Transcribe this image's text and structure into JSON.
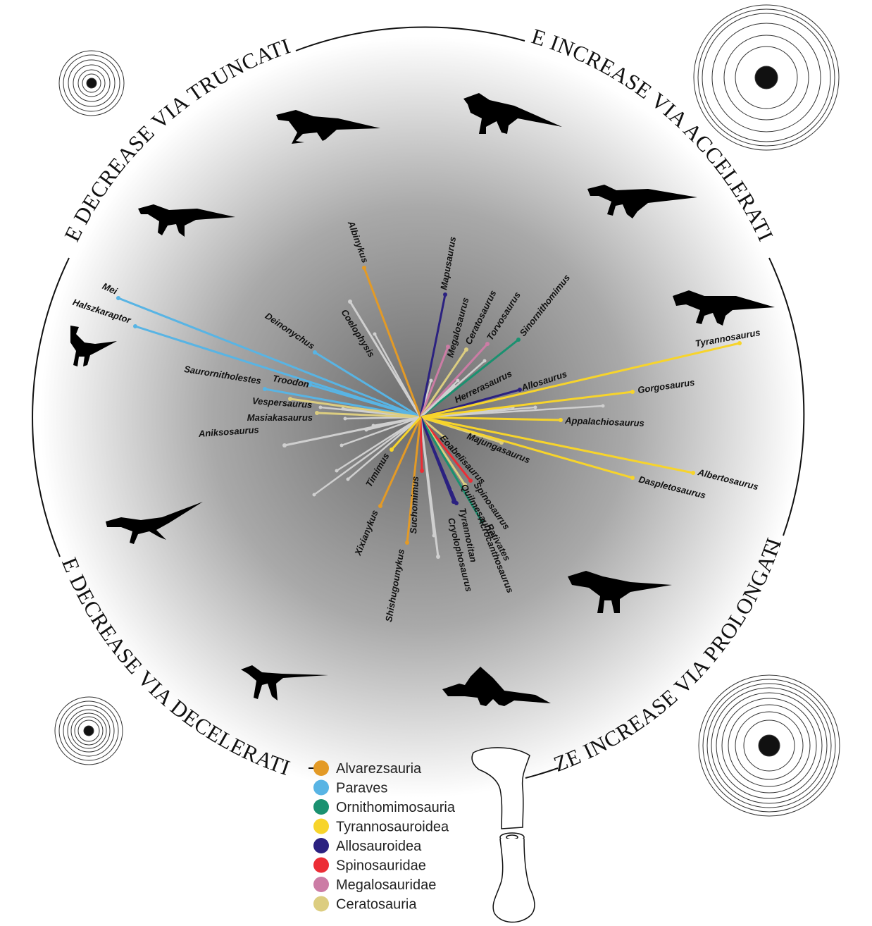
{
  "arc_labels": {
    "top_left": "SIZE DECREASE VIA TRUNCATION",
    "top_right": "SIZE INCREASE VIA ACCELERATION",
    "bottom_left": "SIZE DECREASE VIA DECELERATION",
    "bottom_right": "SIZE INCREASE VIA PROLONGATION"
  },
  "legend": [
    {
      "label": "Alvarezsauria",
      "color": "#e39a26"
    },
    {
      "label": "Paraves",
      "color": "#58b4e4"
    },
    {
      "label": "Ornithomimosauria",
      "color": "#1a9170"
    },
    {
      "label": "Tyrannosauroidea",
      "color": "#f7d42b"
    },
    {
      "label": "Allosauroidea",
      "color": "#2b2180"
    },
    {
      "label": "Spinosauridae",
      "color": "#ec2d35"
    },
    {
      "label": "Megalosauridae",
      "color": "#cc7ca5"
    },
    {
      "label": "Ceratosauria",
      "color": "#dccd80"
    }
  ],
  "unlabeled_color": "#cfcfcf",
  "taxa": [
    {
      "name": "Mei",
      "clade": "Paraves"
    },
    {
      "name": "Halszkaraptor",
      "clade": "Paraves"
    },
    {
      "name": "Deinonychus",
      "clade": "Paraves"
    },
    {
      "name": "Saurornitholestes",
      "clade": "Paraves"
    },
    {
      "name": "Troodon",
      "clade": "Paraves"
    },
    {
      "name": "Vespersaurus",
      "clade": "Ceratosauria"
    },
    {
      "name": "Masiakasaurus",
      "clade": "Ceratosauria"
    },
    {
      "name": "Aniksosaurus",
      "clade": "Unlabeled"
    },
    {
      "name": "Coelophysis",
      "clade": "Unlabeled"
    },
    {
      "name": "Albinykus",
      "clade": "Alvarezsauria"
    },
    {
      "name": "Mapusaurus",
      "clade": "Allosauroidea"
    },
    {
      "name": "Megalosaurus",
      "clade": "Megalosauridae"
    },
    {
      "name": "Ceratosaurus",
      "clade": "Ceratosauria"
    },
    {
      "name": "Torvosaurus",
      "clade": "Megalosauridae"
    },
    {
      "name": "Sinornithomimus",
      "clade": "Ornithomimosauria"
    },
    {
      "name": "Herrerasaurus",
      "clade": "Unlabeled"
    },
    {
      "name": "Allosaurus",
      "clade": "Allosauroidea"
    },
    {
      "name": "Tyrannosaurus",
      "clade": "Tyrannosauroidea"
    },
    {
      "name": "Gorgosaurus",
      "clade": "Tyrannosauroidea"
    },
    {
      "name": "Appalachiosaurus",
      "clade": "Tyrannosauroidea"
    },
    {
      "name": "Majungasaurus",
      "clade": "Ceratosauria"
    },
    {
      "name": "Albertosaurus",
      "clade": "Tyrannosauroidea"
    },
    {
      "name": "Daspletosaurus",
      "clade": "Tyrannosauroidea"
    },
    {
      "name": "Eoabelisaurus",
      "clade": "Ceratosauria"
    },
    {
      "name": "Spinosaurus",
      "clade": "Spinosauridae"
    },
    {
      "name": "Quilmesaurus",
      "clade": "Ceratosauria"
    },
    {
      "name": "Rativates",
      "clade": "Ornithomimosauria"
    },
    {
      "name": "Acrocanthosaurus",
      "clade": "Allosauroidea"
    },
    {
      "name": "Tyrannotitan",
      "clade": "Allosauroidea"
    },
    {
      "name": "Cryolophosaurus",
      "clade": "Unlabeled"
    },
    {
      "name": "Suchomimus",
      "clade": "Spinosauridae"
    },
    {
      "name": "Shishugounykus",
      "clade": "Alvarezsauria"
    },
    {
      "name": "Xixianykus",
      "clade": "Alvarezsauria"
    },
    {
      "name": "Timimus",
      "clade": "Tyrannosauroidea"
    }
  ]
}
